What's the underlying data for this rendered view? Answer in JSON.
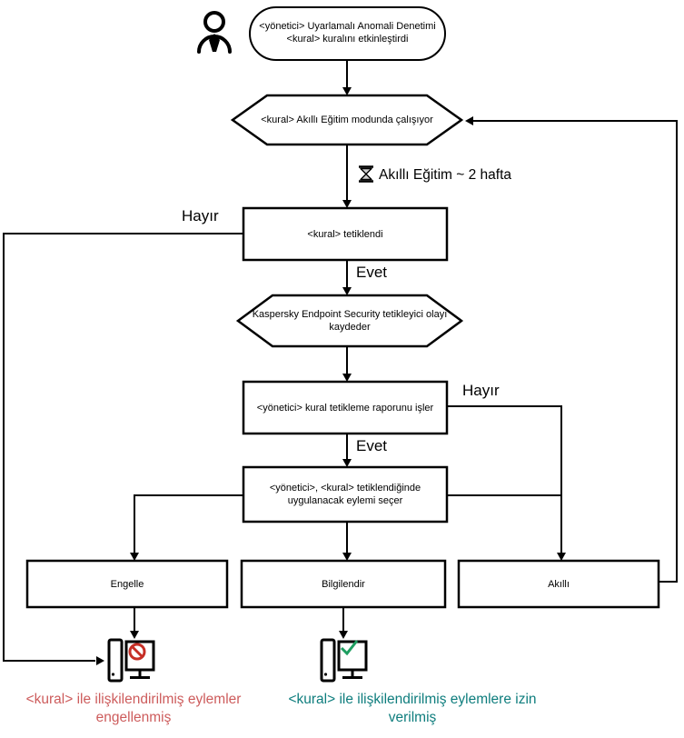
{
  "flow": {
    "start": {
      "line1": "<yönetici> Uyarlamalı Anomali Denetimi",
      "line2": "<kural> kuralını etkinleştirdi"
    },
    "training_mode": {
      "label": "<kural> Akıllı Eğitim modunda çalışıyor"
    },
    "timer": {
      "label": "Akıllı Eğitim ~ 2 hafta"
    },
    "rule_triggered": {
      "label": "<kural> tetiklendi",
      "no_label": "Hayır",
      "yes_label": "Evet"
    },
    "log_event": {
      "line1": "Kaspersky Endpoint Security tetikleyici olayı",
      "line2": "kaydeder"
    },
    "process_report": {
      "label": "<yönetici> kural tetikleme raporunu işler",
      "no_label": "Hayır",
      "yes_label": "Evet"
    },
    "choose_action": {
      "line1": "<yönetici>, <kural> tetiklendiğinde",
      "line2": "uygulanacak eylemi seçer"
    },
    "actions": {
      "block": "Engelle",
      "inform": "Bilgilendir",
      "smart": "Akıllı"
    },
    "outcome_blocked": {
      "line1": "<kural> ile ilişkilendirilmiş eylemler",
      "line2": "engellenmiş",
      "color": "#CD5C5C"
    },
    "outcome_allowed": {
      "line1": "<kural> ile ilişkilendirilmiş eylemlere izin",
      "line2": "verilmiş",
      "color": "#0E7D7D"
    },
    "icons": {
      "user": "user-icon",
      "hourglass": "hourglass-icon",
      "blocked_pc": "computer-blocked-icon",
      "allowed_pc": "computer-allowed-icon"
    },
    "colors": {
      "line": "#000000",
      "prohibit_red": "#C62F26",
      "check_green": "#1E9E60"
    }
  }
}
